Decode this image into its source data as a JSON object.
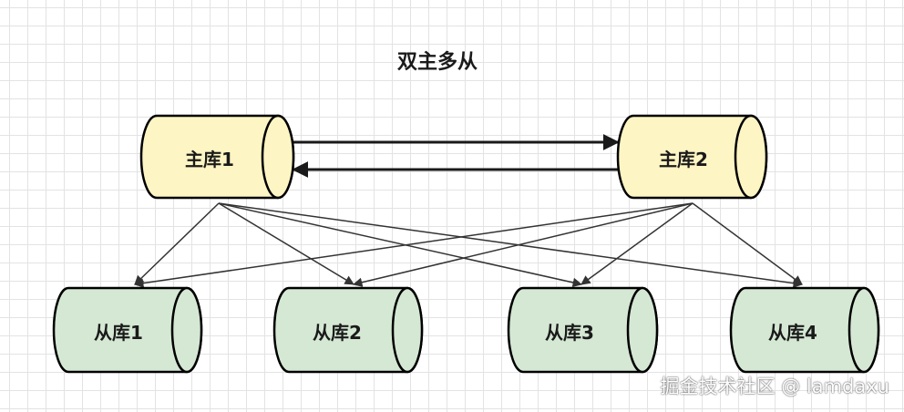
{
  "title": "双主多从",
  "colors": {
    "master_fill": "#fdf5c3",
    "slave_fill": "#d4e8d3",
    "stroke": "#000000",
    "edge": "#333333"
  },
  "nodes": {
    "master1": {
      "label": "主库1",
      "type": "master"
    },
    "master2": {
      "label": "主库2",
      "type": "master"
    },
    "slave1": {
      "label": "从库1",
      "type": "slave"
    },
    "slave2": {
      "label": "从库2",
      "type": "slave"
    },
    "slave3": {
      "label": "从库3",
      "type": "slave"
    },
    "slave4": {
      "label": "从库4",
      "type": "slave"
    }
  },
  "edges": [
    {
      "from": "master1",
      "to": "master2"
    },
    {
      "from": "master2",
      "to": "master1"
    },
    {
      "from": "master1",
      "to": "slave1"
    },
    {
      "from": "master1",
      "to": "slave2"
    },
    {
      "from": "master1",
      "to": "slave3"
    },
    {
      "from": "master1",
      "to": "slave4"
    },
    {
      "from": "master2",
      "to": "slave1"
    },
    {
      "from": "master2",
      "to": "slave2"
    },
    {
      "from": "master2",
      "to": "slave3"
    },
    {
      "from": "master2",
      "to": "slave4"
    }
  ],
  "watermark": "掘金技术社区 @ lamdaxu"
}
